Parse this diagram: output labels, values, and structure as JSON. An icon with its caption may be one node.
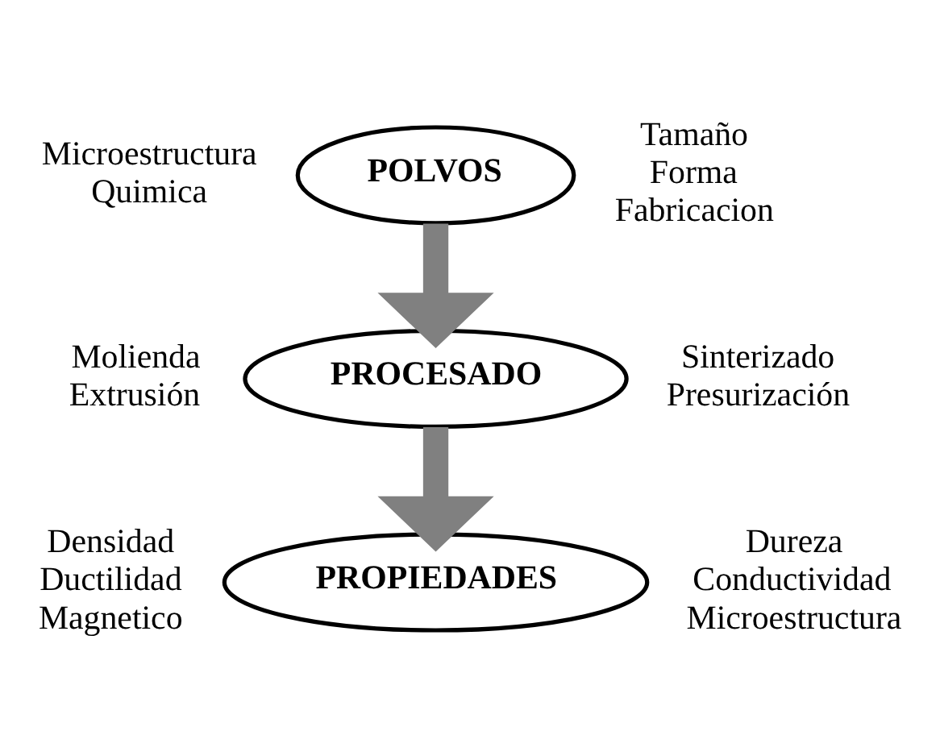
{
  "diagram": {
    "nodes": [
      {
        "text": [
          "POLVOS"
        ],
        "beside": [
          "Microestructura Quimica",
          "Tamaño Forma Fabricacion"
        ]
      },
      {
        "text": [
          "PROCESADO"
        ],
        "beside": [
          "Molienda Extrusión",
          "Sinterizado Presurización"
        ]
      },
      {
        "text": [
          "PROPIEDADES"
        ],
        "beside": [
          "Densidad Ductilidad Magnetico",
          "Dureza Conductividad Microestructura"
        ]
      }
    ],
    "edges": [
      {
        "from": 0,
        "to": 1,
        "arrow": "to"
      },
      {
        "from": 1,
        "to": 2,
        "arrow": "to"
      }
    ]
  }
}
